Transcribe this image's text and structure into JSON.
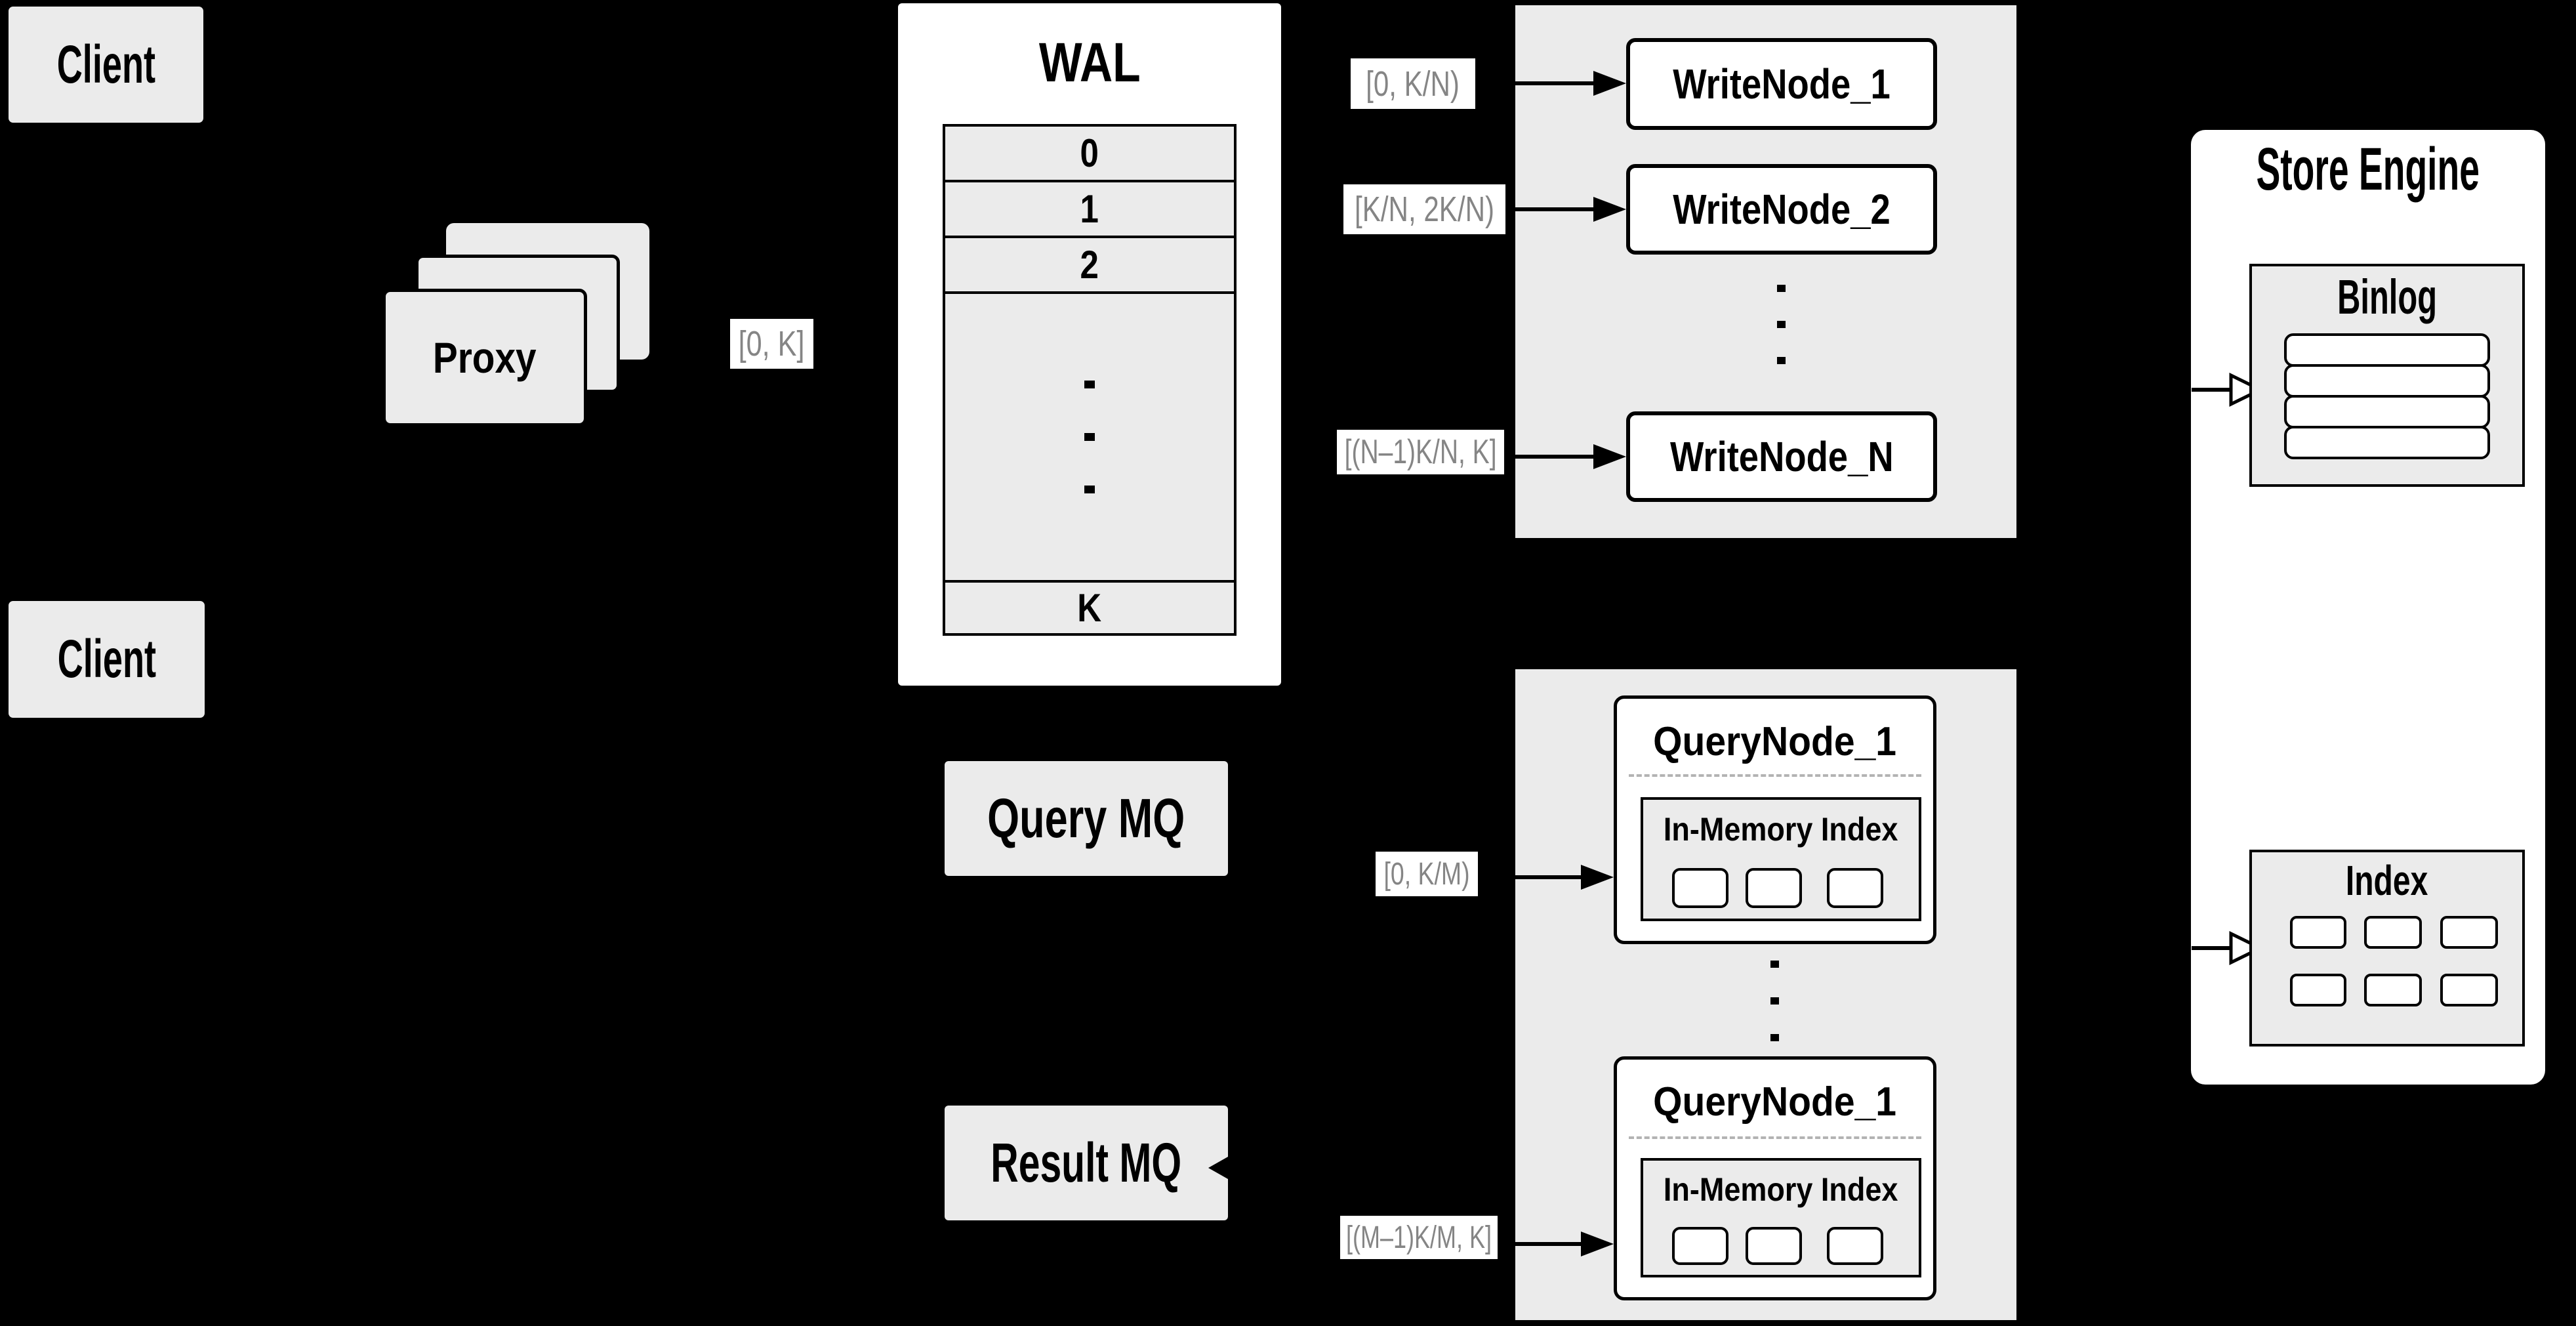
{
  "diagram": {
    "clients": {
      "top_label": "Client",
      "bottom_label": "Client"
    },
    "proxy": {
      "label": "Proxy"
    },
    "wal": {
      "title": "WAL",
      "rows": [
        "0",
        "1",
        "2",
        "K"
      ]
    },
    "mq": {
      "query_label": "Query MQ",
      "result_label": "Result MQ"
    },
    "flow_labels": {
      "proxy_to_wal": "[0, K]",
      "wal_to_write_1": "[0, K/N)",
      "wal_to_write_2": "[K/N, 2K/N)",
      "wal_to_write_n": "[(N–1)K/N, K]",
      "mq_to_query_1": "[0, K/M)",
      "mq_to_query_m": "[(M–1)K/M, K]"
    },
    "write_nodes": {
      "node_1": "WriteNode_1",
      "node_2": "WriteNode_2",
      "node_n": "WriteNode_N"
    },
    "query_nodes": {
      "node_1": {
        "title": "QueryNode_1",
        "index_label": "In-Memory Index"
      },
      "node_2": {
        "title": "QueryNode_1",
        "index_label": "In-Memory Index"
      }
    },
    "store_engine": {
      "title": "Store Engine",
      "binlog_title": "Binlog",
      "index_title": "Index"
    },
    "colors": {
      "background": "#000000",
      "panel_gray": "#ebebeb",
      "box_white": "#ffffff",
      "line_black": "#000000",
      "label_text_gray": "#858585"
    }
  }
}
